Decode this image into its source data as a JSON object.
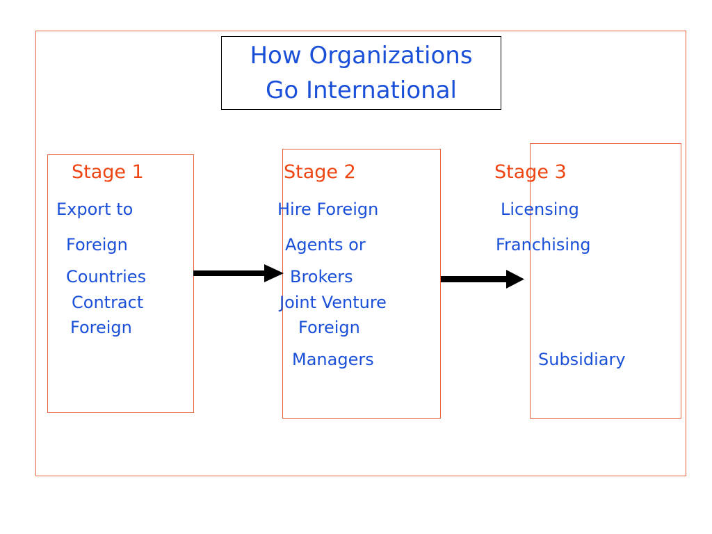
{
  "title": {
    "line1": "How  Organizations",
    "line2": "Go International"
  },
  "stages": [
    {
      "label": "Stage 1",
      "lines": [
        "Export to",
        "Foreign",
        "Countries",
        "Contract",
        "Foreign"
      ]
    },
    {
      "label": "Stage 2",
      "lines": [
        "Hire Foreign",
        "Agents or",
        "Brokers",
        "Joint Venture",
        "Foreign",
        "Managers"
      ]
    },
    {
      "label": "Stage 3",
      "lines": [
        "Licensing",
        "Franchising",
        "Subsidiary"
      ]
    }
  ],
  "colors": {
    "text": "#1a4fd8",
    "stage_label": "#ee4411",
    "border": "#e8603c",
    "arrow": "#000000"
  }
}
